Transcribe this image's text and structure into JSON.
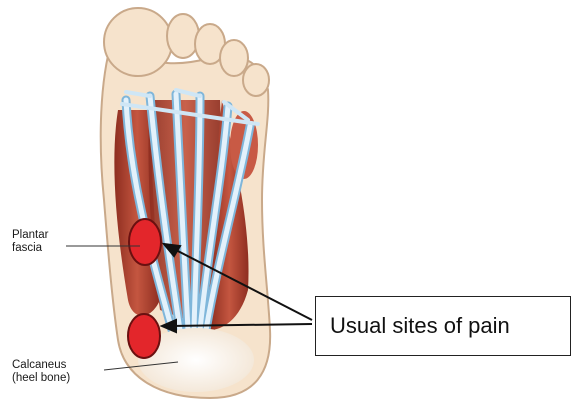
{
  "labels": {
    "plantar_fascia": "Plantar\nfascia",
    "calcaneus": "Calcaneus\n(heel bone)",
    "pain_sites": "Usual sites of pain"
  },
  "colors": {
    "skin": "#f6e3cc",
    "skin_outline": "#c9a98a",
    "muscle": "#a83a2a",
    "muscle_light": "#c85a45",
    "tendon": "#cfe6f5",
    "tendon_edge": "#7fb6da",
    "pain_marker": "#e3262b",
    "heel_pad": "#fbf4ec"
  }
}
